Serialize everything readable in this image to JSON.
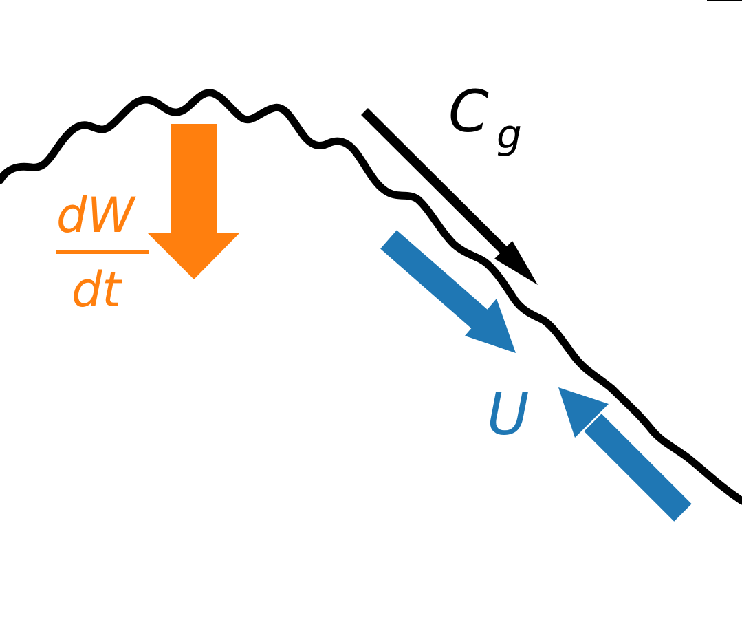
{
  "colors": {
    "surface_line": "#000000",
    "group_velocity_arrow": "#000000",
    "dissipation": "#ff7f0e",
    "current": "#1f77b4",
    "background": "#ffffff"
  },
  "labels": {
    "dissipation_numerator": "dW",
    "dissipation_denominator": "dt",
    "group_velocity_symbol": "C",
    "group_velocity_subscript": "g",
    "current_symbol": "U"
  }
}
